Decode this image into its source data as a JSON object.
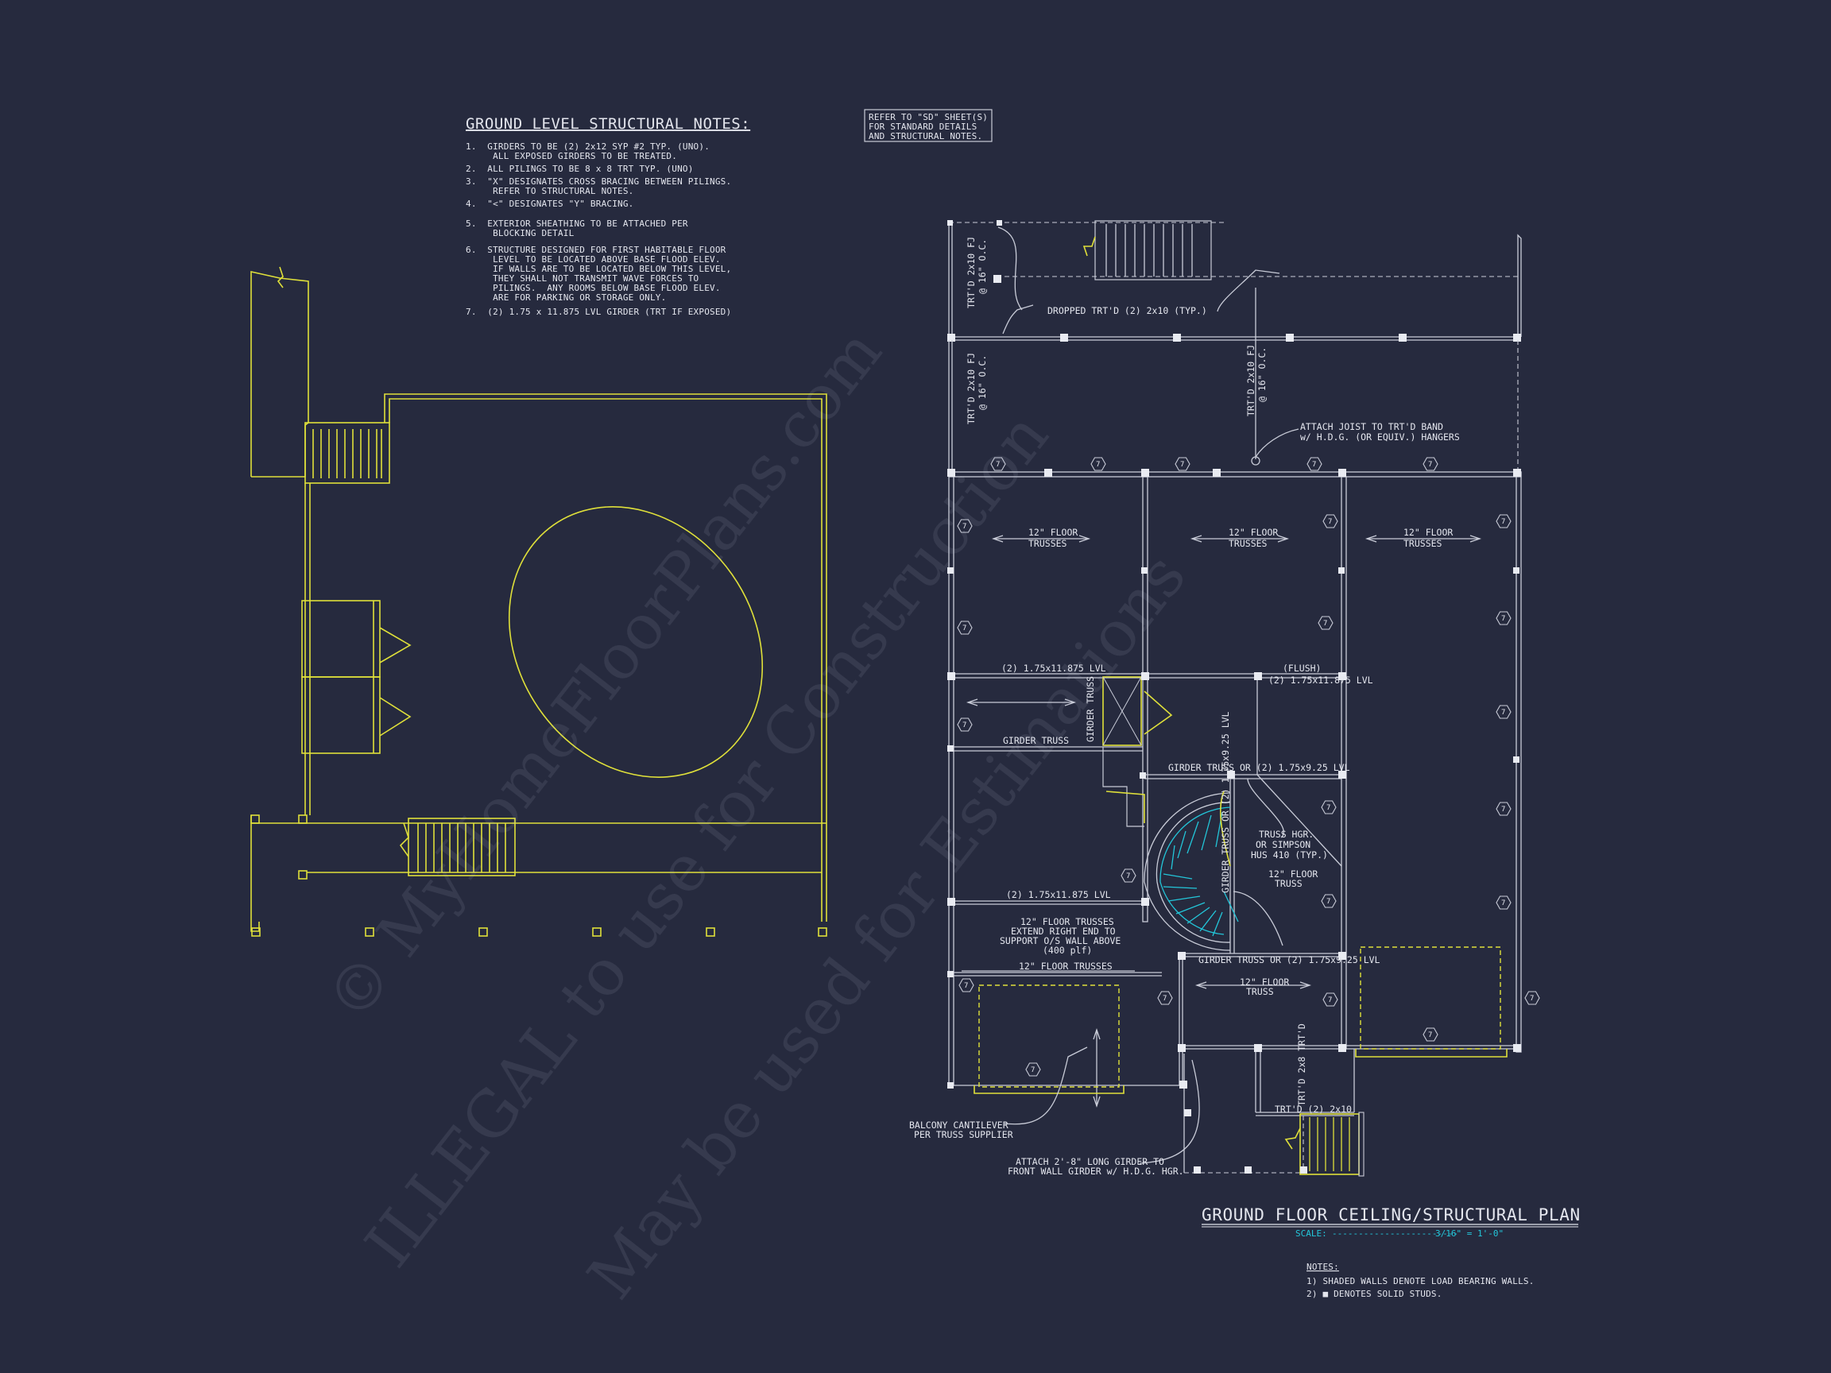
{
  "watermark": {
    "line1": "© MyHomeFloorPlans.com",
    "line2": "ILLEGAL to use for Construction",
    "line3": "May be used for Estimations"
  },
  "structural_notes": {
    "title": "GROUND LEVEL STRUCTURAL NOTES:",
    "lines": [
      "1.  GIRDERS TO BE (2) 2x12 SYP #2 TYP. (UNO).",
      "     ALL EXPOSED GIRDERS TO BE TREATED.",
      "2.  ALL PILINGS TO BE 8 x 8 TRT TYP. (UNO)",
      "3.  \"X\" DESIGNATES CROSS BRACING BETWEEN PILINGS.",
      "     REFER TO STRUCTURAL NOTES.",
      "4.  \"<\" DESIGNATES \"Y\" BRACING.",
      "5.  EXTERIOR SHEATHING TO BE ATTACHED PER",
      "     BLOCKING DETAIL",
      "6.  STRUCTURE DESIGNED FOR FIRST HABITABLE FLOOR",
      "     LEVEL TO BE LOCATED ABOVE BASE FLOOD ELEV.",
      "     IF WALLS ARE TO BE LOCATED BELOW THIS LEVEL,",
      "     THEY SHALL NOT TRANSMIT WAVE FORCES TO",
      "     PILINGS.  ANY ROOMS BELOW BASE FLOOD ELEV.",
      "     ARE FOR PARKING OR STORAGE ONLY.",
      "7.  (2) 1.75 x 11.875 LVL GIRDER (TRT IF EXPOSED)"
    ]
  },
  "refer_box": [
    "REFER TO \"SD\" SHEET(S)",
    "FOR STANDARD DETAILS",
    "AND STRUCTURAL NOTES."
  ],
  "plan_labels": {
    "trt_2x10_fj_a": "TRT'D 2x10 FJ",
    "at_16_oc": "@ 16\" O.C.",
    "dropped": "DROPPED TRT'D (2) 2x10 (TYP.)",
    "trt_2x10_fj_b": "TRT'D 2x10 FJ",
    "trt_2x10_fj_c": "TRT'D 2x10 FJ",
    "attach_joist_1": "ATTACH JOIST TO TRT'D BAND",
    "attach_joist_2": "w/ H.D.G. (OR EQUIV.) HANGERS",
    "floor_12": "12\" FLOOR",
    "trusses": "TRUSSES",
    "truss": "TRUSS",
    "lvl_top": "(2) 1.75x11.875 LVL",
    "flush": "(FLUSH)",
    "lvl_flush": "(2) 1.75x11.875 LVL",
    "girder_truss": "GIRDER TRUSS",
    "girder_truss_v": "GIRDER TRUSS",
    "girder_or_1": "GIRDER TRUSS OR (2) 1.75x9.25 LVL",
    "girder_or_v": "GIRDER TRUSS OR (2) 1.75x9.25 LVL",
    "truss_hgr_1": "TRUSS HGR.",
    "truss_hgr_2": "OR SIMPSON",
    "truss_hgr_3": "HUS 410 (TYP.)",
    "lvl_mid": "(2) 1.75x11.875 LVL",
    "floor_trusses_ext_1": "12\" FLOOR TRUSSES",
    "floor_trusses_ext_2": "EXTEND RIGHT END TO",
    "floor_trusses_ext_3": "SUPPORT O/S WALL ABOVE",
    "floor_trusses_ext_4": "(400 plf)",
    "floor_trusses_low": "12\" FLOOR TRUSSES",
    "girder_or_2": "GIRDER TRUSS OR (2) 1.75x9.25 LVL",
    "trt_2x8": "TRT'D 2x8 TRT'D",
    "trt_2x10": "TRT'D (2) 2x10",
    "balcony_1": "BALCONY CANTILEVER",
    "balcony_2": "PER TRUSS SUPPLIER",
    "attach_girder_1": "ATTACH 2'-8\" LONG GIRDER TO",
    "attach_girder_2": "FRONT WALL GIRDER w/ H.D.G. HGR.",
    "tag": "7"
  },
  "title_block": {
    "title": "GROUND FLOOR CEILING/STRUCTURAL PLAN",
    "scale_label": "SCALE:",
    "scale_dashes": "------------------------",
    "scale_value": "3/16\" = 1'-0\"",
    "notes_label": "NOTES:",
    "note1": "1) SHADED WALLS DENOTE LOAD BEARING WALLS.",
    "note2": "2) ■ DENOTES SOLID STUDS."
  },
  "colors": {
    "background": "#262a3e",
    "yellow_linework": "#dfe03a",
    "white_linework": "#c9ccd8",
    "cyan_stair": "#23c6d9"
  }
}
